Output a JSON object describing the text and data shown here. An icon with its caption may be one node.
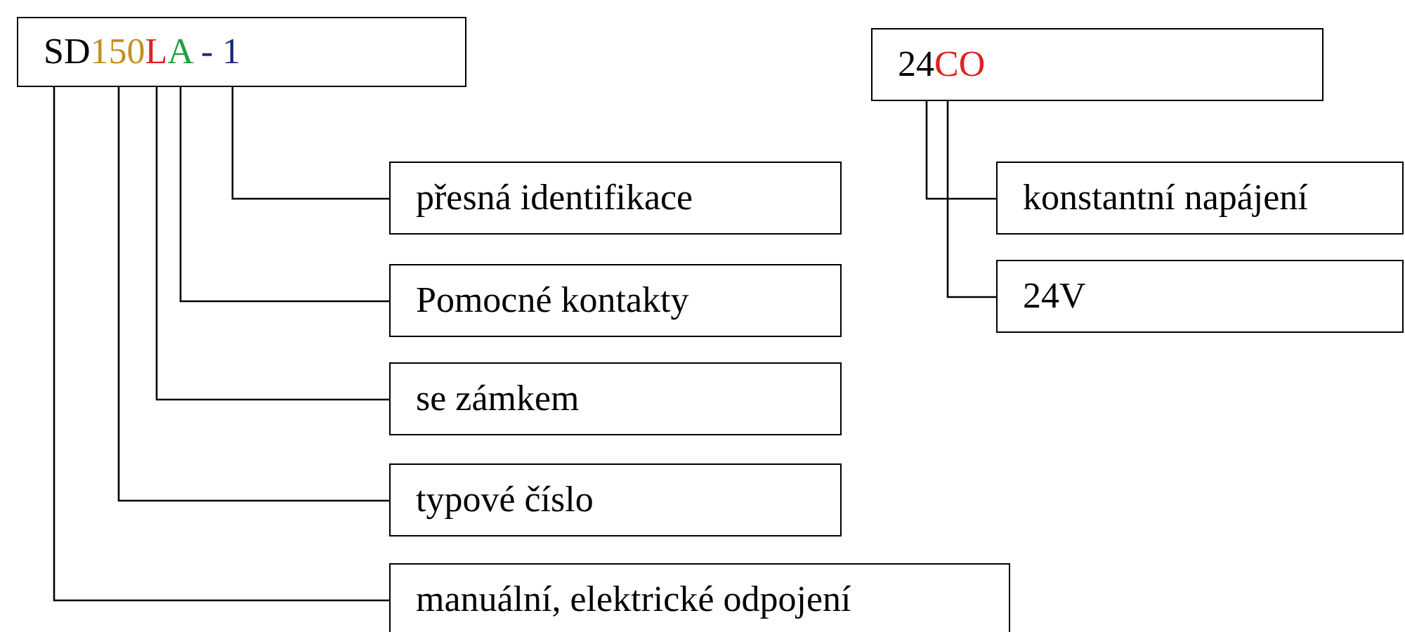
{
  "diagram": {
    "nodes": [
      {
        "text": [
          "SD150LA - 1"
        ]
      },
      {
        "text": [
          "přesná identifikace"
        ]
      },
      {
        "text": [
          "Pomocné kontakty"
        ]
      },
      {
        "text": [
          "se zámkem"
        ]
      },
      {
        "text": [
          "typové číslo"
        ]
      },
      {
        "text": [
          "manuální, elektrické odpojení"
        ]
      },
      {
        "text": [
          "24CO"
        ]
      },
      {
        "text": [
          "konstantní napájení"
        ]
      },
      {
        "text": [
          "24V"
        ]
      }
    ],
    "edges": [
      {
        "from": 0,
        "to": 1,
        "arrow": "none"
      },
      {
        "from": 0,
        "to": 2,
        "arrow": "none"
      },
      {
        "from": 0,
        "to": 3,
        "arrow": "none"
      },
      {
        "from": 0,
        "to": 4,
        "arrow": "none"
      },
      {
        "from": 0,
        "to": 5,
        "arrow": "none"
      },
      {
        "from": 6,
        "to": 7,
        "arrow": "none"
      },
      {
        "from": 6,
        "to": 8,
        "arrow": "none"
      }
    ]
  }
}
